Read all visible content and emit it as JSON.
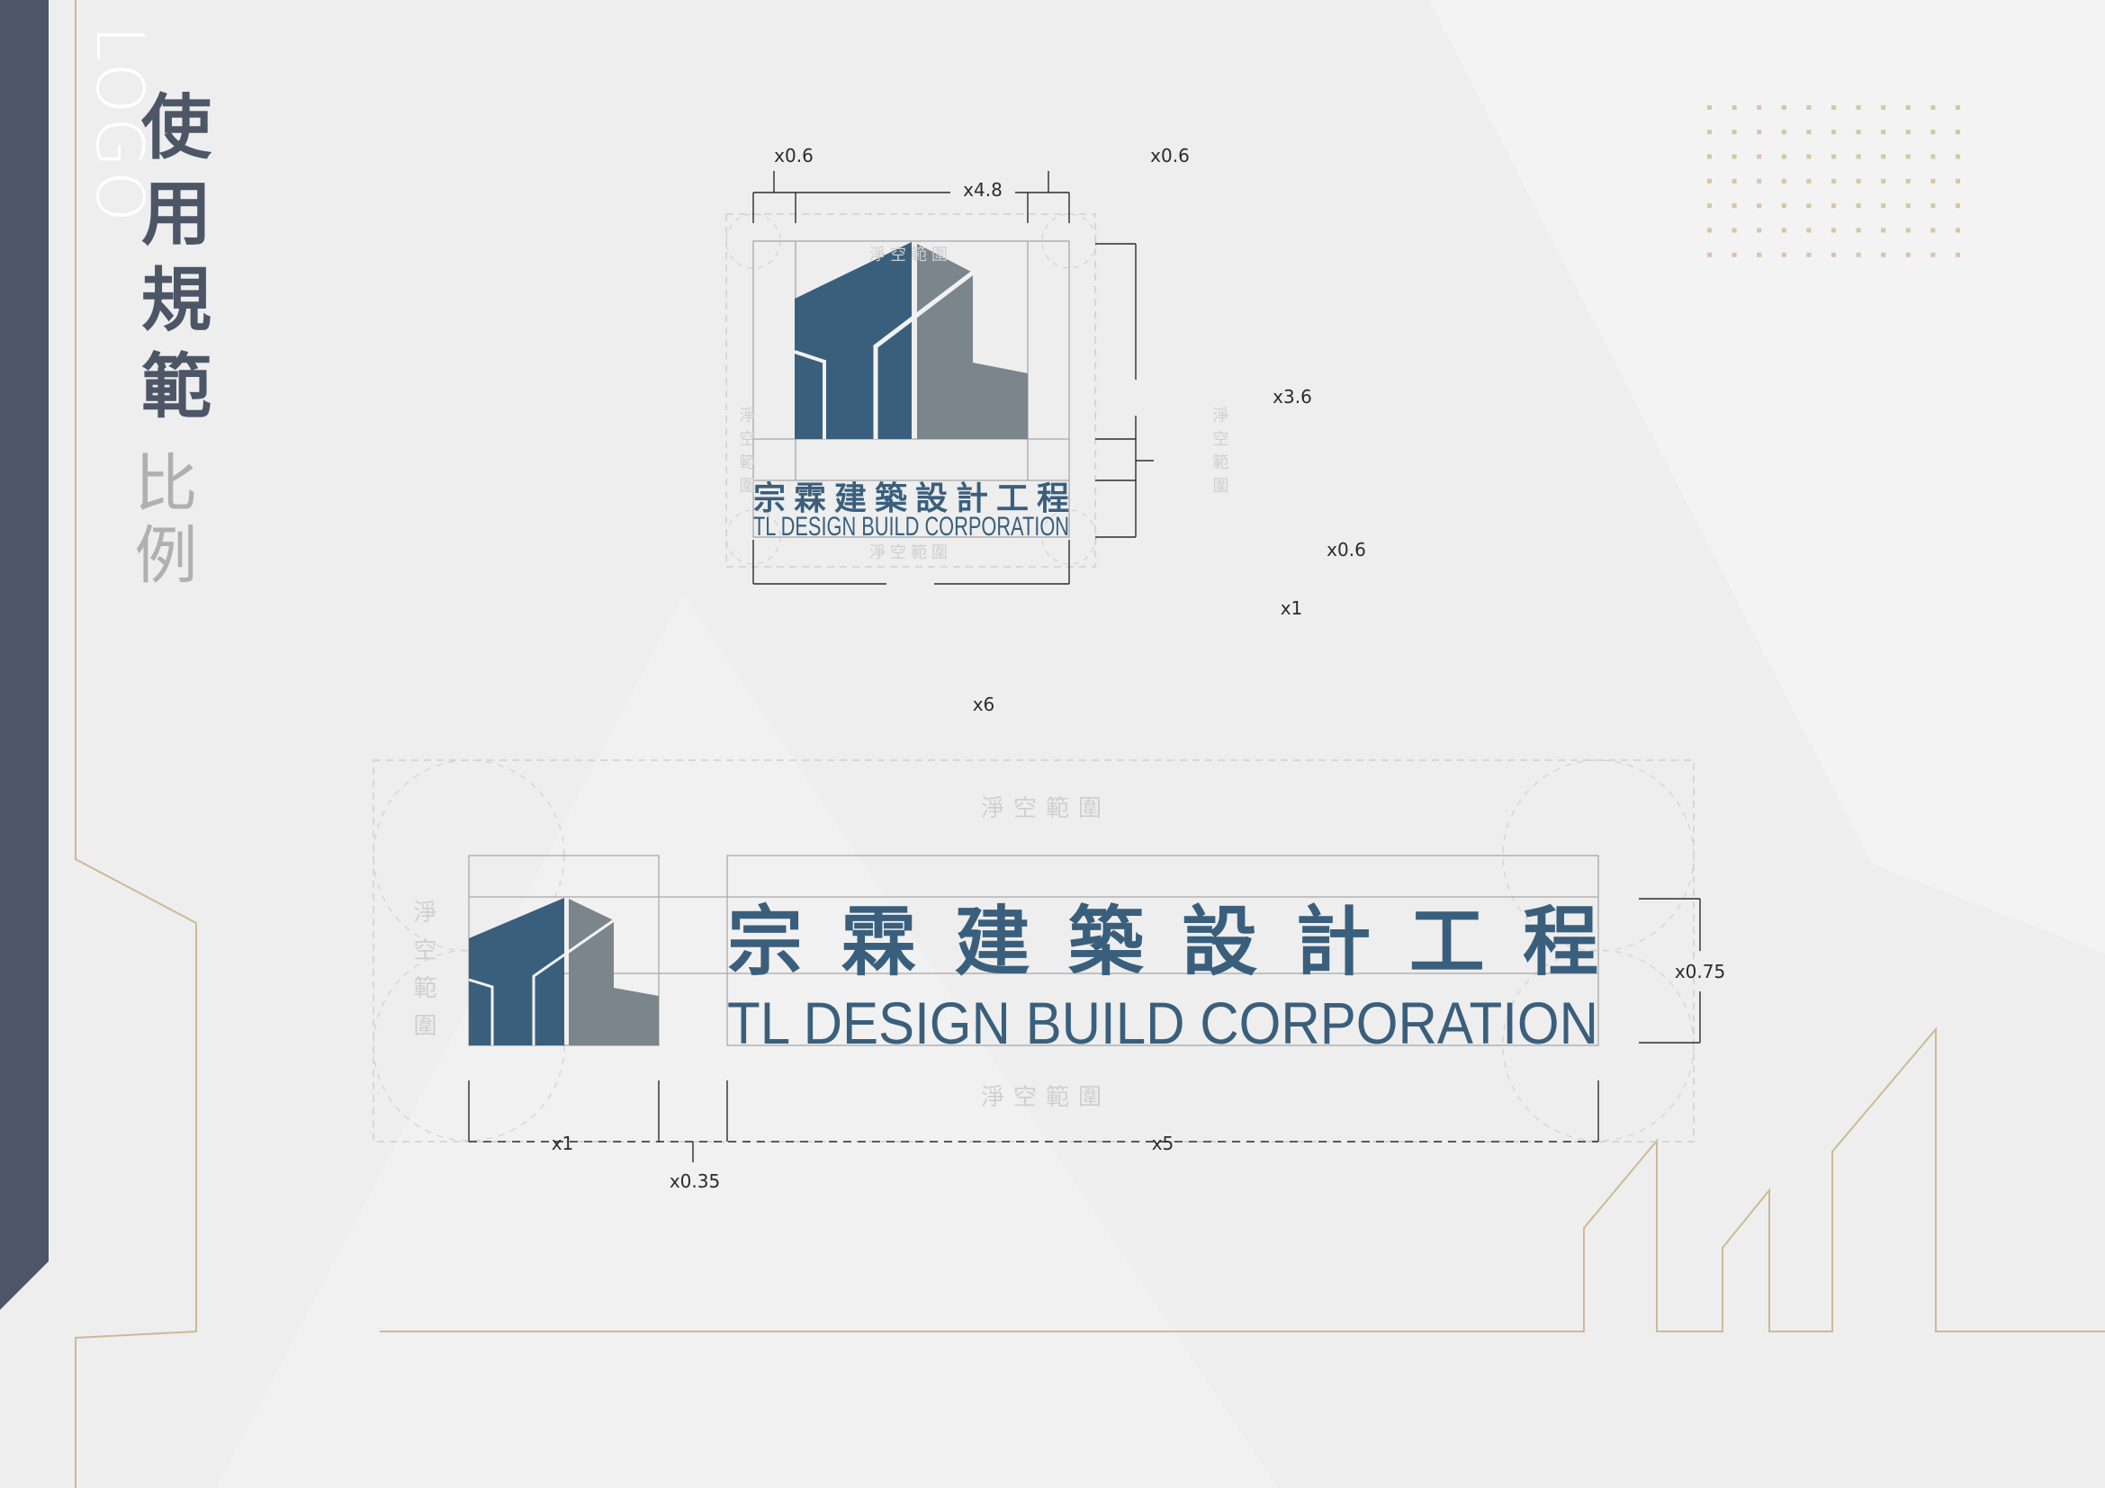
{
  "title": {
    "en": "LOGO",
    "main": "使用規範",
    "sub": "比例"
  },
  "clear_space_label": "淨空範圍",
  "logo": {
    "name_zh": "宗霖建築設計工程",
    "name_en": "TL DESIGN BUILD CORPORATION"
  },
  "vertical_layout_dims": {
    "left_margin": "x0.6",
    "icon_width": "x4.8",
    "right_margin": "x0.6",
    "icon_height": "x3.6",
    "gap": "x0.6",
    "text_height": "x1",
    "total_width": "x6"
  },
  "horizontal_layout_dims": {
    "icon_width": "x1",
    "gap": "x0.35",
    "text_width": "x5",
    "text_height": "x0.75"
  },
  "colors": {
    "sidebar": "#4d5666",
    "gold": "#cdb998",
    "logo_blue": "#3a5f7d",
    "logo_gray": "#7b858c"
  }
}
